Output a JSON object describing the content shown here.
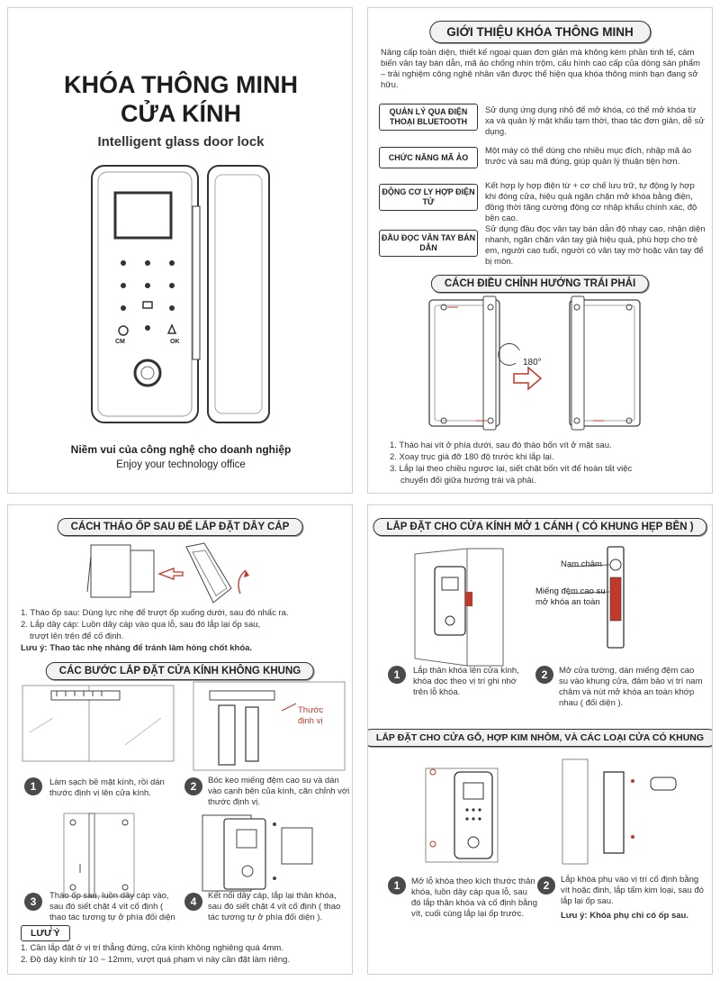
{
  "cover": {
    "title_line1": "KHÓA THÔNG MINH",
    "title_line2": "CỬA KÍNH",
    "subtitle": "Intelligent glass door lock",
    "key_cm": "CM",
    "key_ok": "OK",
    "slogan_vi": "Niềm vui của công nghệ cho doanh nghiệp",
    "slogan_en": "Enjoy your technology office"
  },
  "intro": {
    "heading": "GIỚI THIỆU KHÓA THÔNG MINH",
    "paragraph": "Nâng cấp toàn diện, thiết kế ngoại quan đơn giản mà không kém phần tinh tế, cảm biến vân tay bán dẫn, mã ảo chống nhìn trộm, cấu hình cao cấp của dòng sản phẩm – trải nghiệm công nghệ nhân văn được thể hiện qua khóa thông minh bạn đang sở hữu.",
    "features": [
      {
        "label": "QUẢN LÝ QUA ĐIỆN THOẠI BLUETOOTH",
        "desc": "Sử dụng ứng dụng nhỏ để mở khóa, có thể mở khóa từ xa và quản lý mật khẩu tạm thời, thao tác đơn giản, dễ sử dụng."
      },
      {
        "label": "CHỨC NĂNG MÃ ẢO",
        "desc": "Một máy có thể dùng cho nhiều mục đích, nhập mã ảo trước và sau mã đúng, giúp quản lý thuận tiện hơn."
      },
      {
        "label": "ĐỘNG CƠ LY HỢP ĐIỆN TỬ",
        "desc": "Kết hợp ly hợp điện từ + cơ chế lưu trữ, tự động ly hợp khi đóng cửa, hiệu quả ngăn chặn mở khóa bằng điện, đồng thời tăng cường động cơ nhập khẩu chính xác, độ bền cao."
      },
      {
        "label": "ĐẦU ĐỌC VÂN TAY BÁN DẪN",
        "desc": "Sử dụng đầu đọc vân tay bán dẫn độ nhạy cao, nhận diện nhanh, ngăn chặn vân tay giả hiệu quả, phù hợp cho trẻ em, người cao tuổi, người có vân tay mờ hoặc vân tay để bị mòn."
      }
    ]
  },
  "direction": {
    "heading": "CÁCH ĐIỀU CHỈNH HƯỚNG TRÁI PHẢI",
    "rotate_label": "180°",
    "steps": [
      "1. Tháo hai vít ở phía dưới, sau đó tháo bốn vít ở mặt sau.",
      "2. Xoay trục giá đỡ 180 độ trước khi lắp lại.",
      "3. Lắp lại theo chiều ngược lại, siết chặt bốn vít để hoàn tất việc",
      "chuyển đổi giữa hướng trái và phải."
    ]
  },
  "cable": {
    "heading": "CÁCH THÁO ỐP SAU ĐỂ LẮP ĐẶT DÂY CÁP",
    "steps": [
      "1. Tháo ốp sau: Dùng lực nhẹ để trượt ốp xuống dưới, sau đó nhấc ra.",
      "2. Lắp dây cáp: Luồn dây cáp vào qua lỗ, sau đó lắp lại ốp sau,",
      "trượt lên trên để cố định."
    ],
    "note": "Lưu ý: Thao tác nhẹ nhàng để tránh làm hỏng chốt khóa."
  },
  "frameless": {
    "heading": "CÁC BƯỚC LẮP ĐẶT CỬA KÍNH KHÔNG KHUNG",
    "locator_label": "Thước định vị",
    "steps": [
      {
        "n": "1",
        "text": "Làm sạch bề mặt kính, rồi dán thước định vị lên cửa kính."
      },
      {
        "n": "2",
        "text": "Bóc keo miếng đệm cao su và dán vào cạnh bên của kính, căn chỉnh với thước định vị."
      },
      {
        "n": "3",
        "text": "Tháo ốp sau, luồn dây cáp vào, sau đó siết chặt 4 vít cố định ( thao tác tương tự ở phía đối diện )."
      },
      {
        "n": "4",
        "text": "Kết nối dây cáp, lắp lại thân khóa, sau đó siết chặt 4 vít cố định ( thao tác tương tự ở phía đối diện )."
      }
    ],
    "notes_heading": "LƯU Ý",
    "notes": [
      "1. Cần lắp đặt ở vị trí thẳng đứng, cửa kính không nghiêng quá 4mm.",
      "2. Độ dày kính từ 10 ~ 12mm, vượt quá phạm vi này cần đặt làm riêng."
    ]
  },
  "single_door": {
    "heading": "LẮP ĐẶT CHO CỬA KÍNH MỞ 1 CÁNH ( CÓ KHUNG HẸP BÊN )",
    "magnet_label": "Nam châm",
    "pad_label_1": "Miếng đệm cao su",
    "pad_label_2": "mở khóa an toàn",
    "steps": [
      {
        "n": "1",
        "text": "Lắp thân khóa lên cửa kính, khóa dọc theo vị trí ghi nhớ trên lỗ khóa."
      },
      {
        "n": "2",
        "text": "Mở cửa tường, dán miếng đệm cao su vào khung cửa, đảm bảo vị trí nam châm và nút mở khóa an toàn khớp nhau ( đối diện )."
      }
    ]
  },
  "framed_door": {
    "heading": "LẮP ĐẶT CHO CỬA GỖ, HỢP KIM NHÔM, VÀ CÁC LOẠI CỬA CÓ KHUNG",
    "steps": [
      {
        "n": "1",
        "text": "Mở lỗ khóa theo kích thước thân khóa, luồn dây cáp qua lỗ, sau đó lắp thân khóa và cố định bằng vít, cuối cùng lắp lại ốp trước."
      },
      {
        "n": "2",
        "text": "Lắp khóa phụ vào vị trí cố định bằng vít hoặc đinh, lắp tấm kim loại, sau đó lắp lại ốp sau."
      }
    ],
    "note": "Lưu ý: Khóa phụ chỉ có ốp sau."
  }
}
